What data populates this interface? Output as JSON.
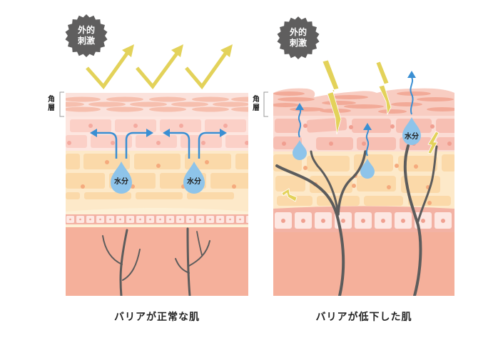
{
  "panels": [
    {
      "id": "normal",
      "caption": "バリアが正常な肌",
      "stimulus_badge": "外的\n刺激",
      "stimulus_line1": "外的",
      "stimulus_line2": "刺激",
      "layer_label_line1": "角",
      "layer_label_line2": "層",
      "water_label": "水分",
      "stimulus_type": "reflected-arrows",
      "stimulus_count": 3,
      "water_drops_labeled": 2
    },
    {
      "id": "damaged",
      "caption": "バリアが低下した肌",
      "stimulus_line1": "外的",
      "stimulus_line2": "刺激",
      "layer_label_line1": "角",
      "layer_label_line2": "層",
      "water_label": "水分",
      "stimulus_type": "lightning-bolts",
      "stimulus_count": 4,
      "water_drops_labeled": 1
    }
  ],
  "colors": {
    "badge": "#5f5e5e",
    "arrow_yellow": "#e3d25a",
    "water_arrow": "#3a8fd3",
    "water_drop": "#8ec4ea",
    "stratum_corneum": "#fbe0da",
    "corneum_cell": "#f4b7a5",
    "upper_epidermis": "#fbd4cc",
    "lower_epidermis": "#fde8c8",
    "lower_cell": "#fbd9a8",
    "nucleus": "#f2a07e",
    "dermis": "#f5b09b",
    "nerve": "#5c5c5c"
  }
}
